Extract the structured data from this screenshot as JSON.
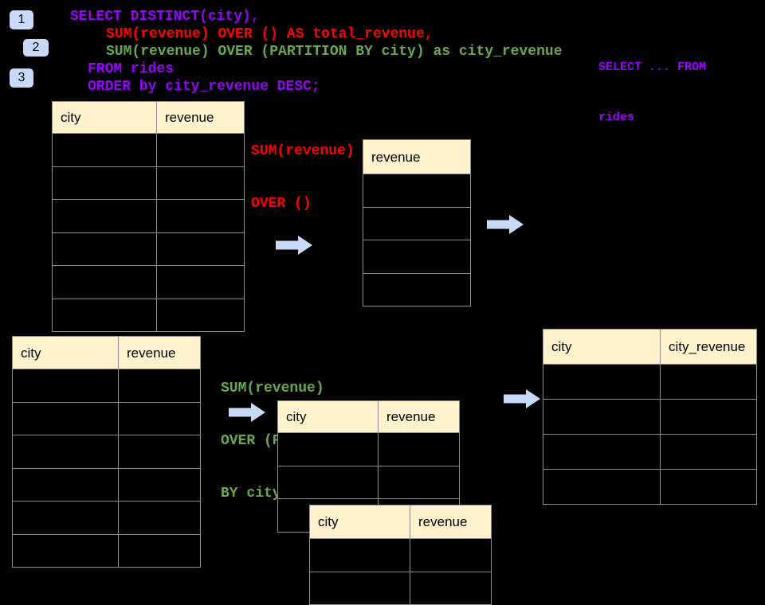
{
  "colors": {
    "background": "#000000",
    "sql_purple": "#9900FF",
    "sql_red": "#FF0000",
    "sql_green": "#6AA84F",
    "table_header_bg": "#FFF2CC",
    "arrow_and_badge_blue": "#C9DAF8",
    "table_border_gray": "#8F8F8F"
  },
  "badges": [
    {
      "label": "1"
    },
    {
      "label": "2"
    },
    {
      "label": "3"
    }
  ],
  "sql": {
    "lines": [
      {
        "text": "SELECT DISTINCT(city),",
        "color": "purple",
        "indent": 0
      },
      {
        "text": "SUM(revenue) OVER () AS total_revenue,",
        "color": "red",
        "indent": 2
      },
      {
        "text": "SUM(revenue) OVER (PARTITION BY city) as city_revenue",
        "color": "green",
        "indent": 2
      },
      {
        "text": "FROM rides",
        "color": "purple",
        "indent": 1
      },
      {
        "text": "ORDER by city_revenue DESC;",
        "color": "purple",
        "indent": 1
      }
    ]
  },
  "side_note": {
    "line1": "SELECT ... FROM",
    "line2": "rides"
  },
  "total_label": {
    "line1": "SUM(revenue)",
    "line2": "OVER ()"
  },
  "partition_label": {
    "line1": "SUM(revenue)",
    "line2": "OVER (PARTITION",
    "line3": "BY city)"
  },
  "tables": [
    {
      "id": "source-top",
      "headers": [
        "city",
        "revenue"
      ],
      "body_rows": 6
    },
    {
      "id": "total-revenue-result",
      "headers": [
        "revenue"
      ],
      "body_rows": 4
    },
    {
      "id": "source-bottom",
      "headers": [
        "city",
        "revenue"
      ],
      "body_rows": 6
    },
    {
      "id": "partition-group-a",
      "headers": [
        "city",
        "revenue"
      ],
      "body_rows": 3
    },
    {
      "id": "partition-group-b",
      "headers": [
        "city",
        "revenue"
      ],
      "body_rows": 2
    },
    {
      "id": "partition-result",
      "headers": [
        "city",
        "city_revenue"
      ],
      "body_rows": 4
    }
  ]
}
